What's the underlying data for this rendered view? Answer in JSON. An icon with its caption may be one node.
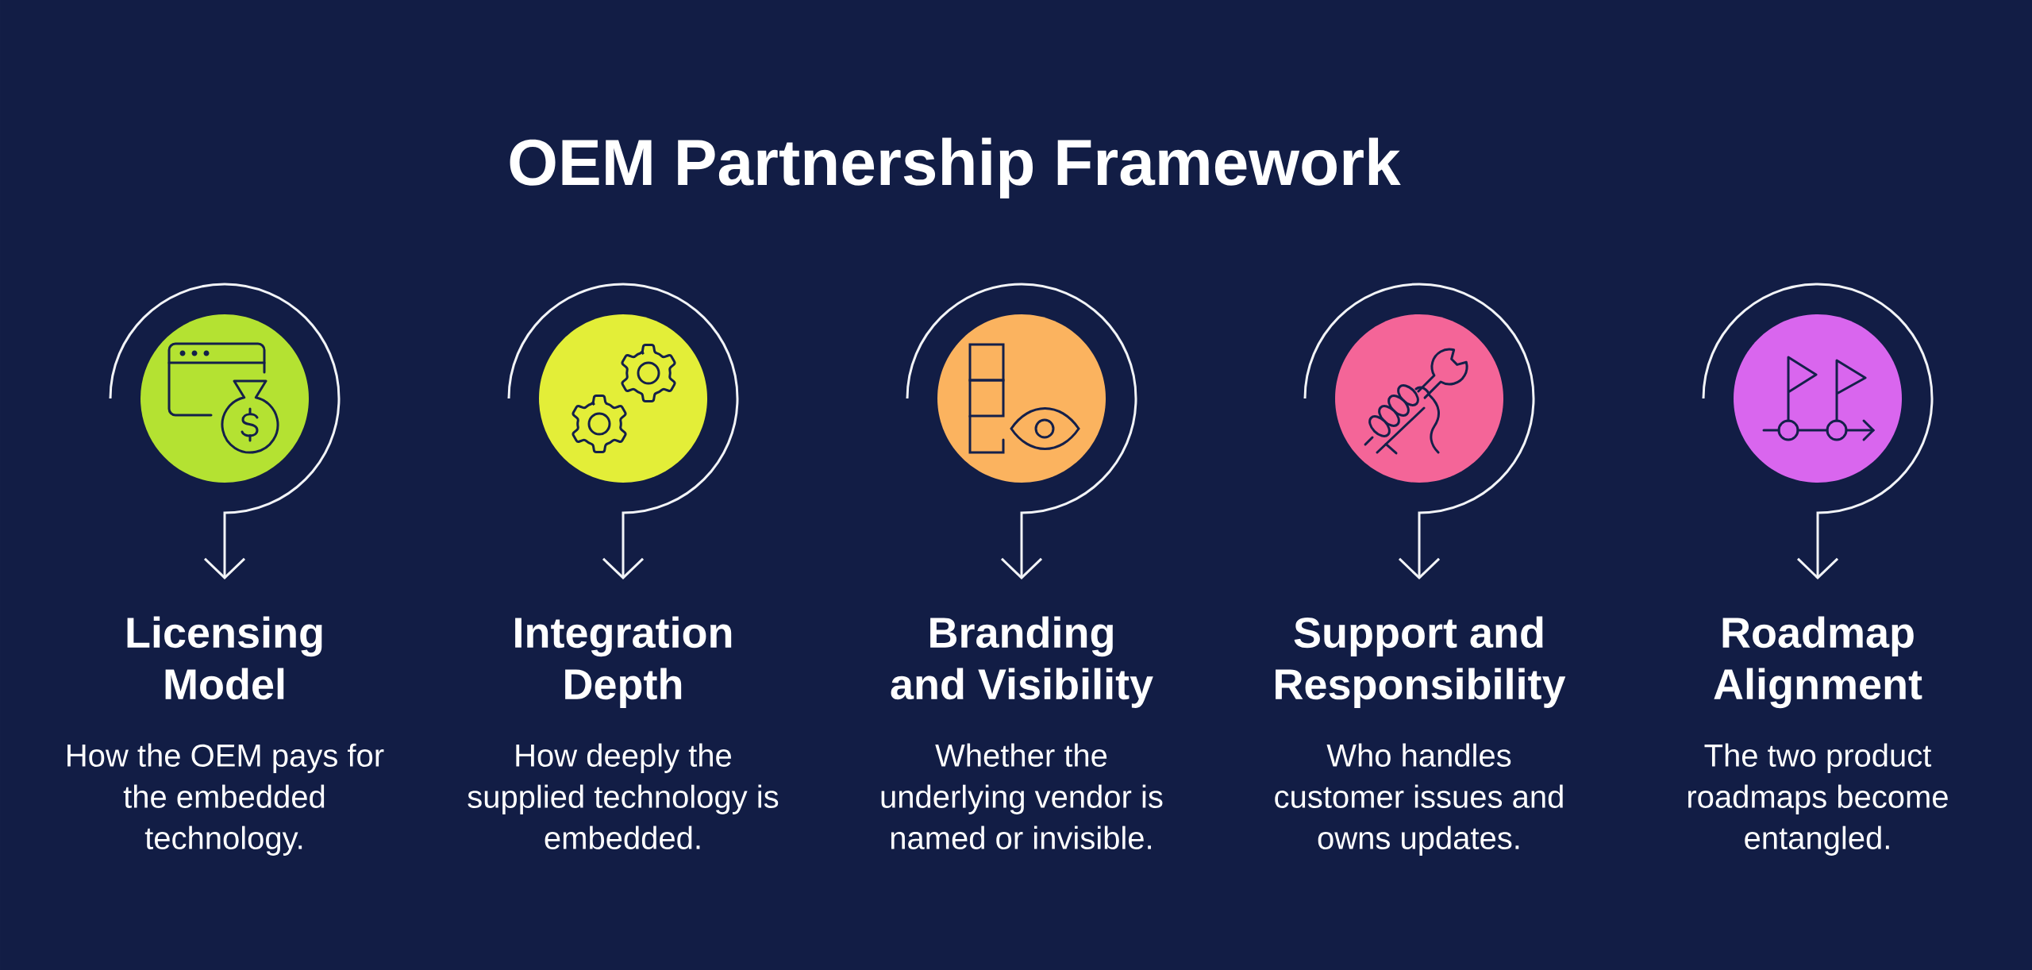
{
  "diagram": {
    "title": "OEM Partnership Framework",
    "nodes": [
      {
        "text": [],
        "shape": "circle"
      },
      {
        "text": [
          "Licensing Model",
          "How the OEM pays for the embedded technology."
        ]
      },
      {
        "text": [],
        "shape": "circle"
      },
      {
        "text": [
          "Integration Depth",
          "How deeply the supplied technology is embedded."
        ]
      },
      {
        "text": [],
        "shape": "circle"
      },
      {
        "text": [
          "Branding and Visibility",
          "Whether the underlying vendor is named or invisible."
        ]
      },
      {
        "text": [],
        "shape": "circle"
      },
      {
        "text": [
          "Support and Responsibility",
          "Who handles customer issues and owns updates."
        ]
      },
      {
        "text": [],
        "shape": "circle"
      },
      {
        "text": [
          "Roadmap Alignment",
          "The two product roadmaps become entangled."
        ]
      }
    ],
    "edges": [
      {
        "from": 0,
        "to": 1,
        "arrow": "to"
      },
      {
        "from": 2,
        "to": 3,
        "arrow": "to"
      },
      {
        "from": 4,
        "to": 5,
        "arrow": "to"
      },
      {
        "from": 6,
        "to": 7,
        "arrow": "to"
      },
      {
        "from": 8,
        "to": 9,
        "arrow": "to"
      }
    ]
  }
}
